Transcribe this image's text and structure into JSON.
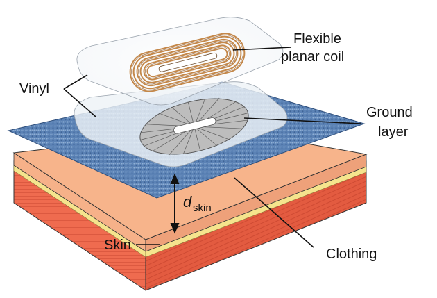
{
  "labels": {
    "flexible_planar_coil_line1": "Flexible",
    "flexible_planar_coil_line2": "planar coil",
    "vinyl": "Vinyl",
    "ground_layer_line1": "Ground",
    "ground_layer_line2": "layer",
    "d_skin_main": "d",
    "d_skin_sub": "skin",
    "skin": "Skin",
    "clothing": "Clothing"
  },
  "colors": {
    "skin_top": "#f7b48b",
    "skin_side_front": "#ef6a4c",
    "skin_side_right": "#e35a3f",
    "fat_layer": "#f3e38b",
    "clothing_fabric": "#5f86b8",
    "vinyl_sheet": "#f2f5f8",
    "coil_copper": "#c98b4a",
    "ground_gray": "#6e6e6e"
  }
}
